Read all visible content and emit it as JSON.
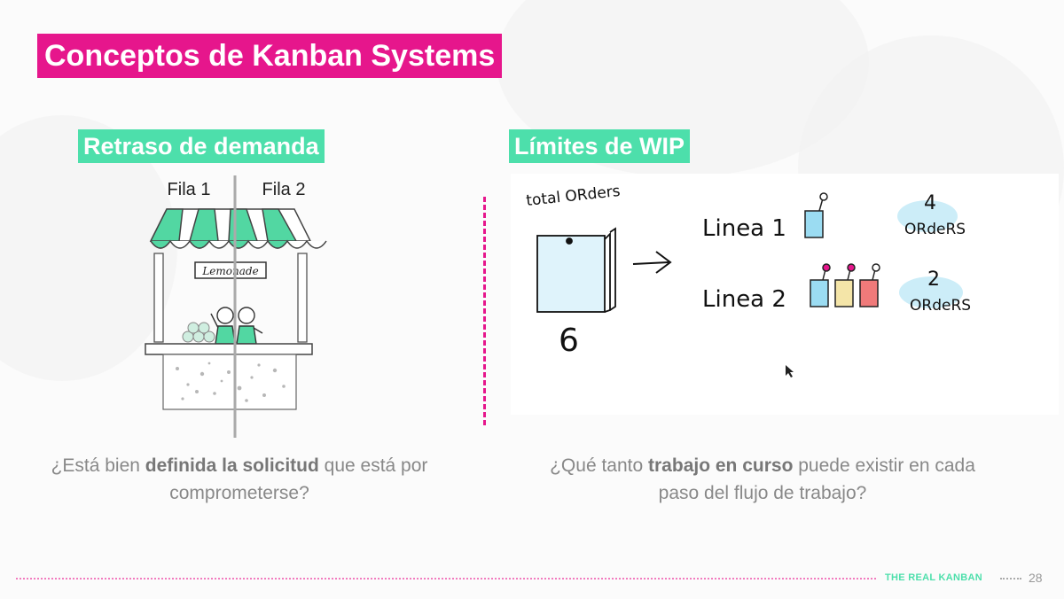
{
  "slide": {
    "title": "Conceptos de Kanban Systems",
    "left": {
      "heading": "Retraso de demanda",
      "queue_1": "Fila 1",
      "queue_2": "Fila 2",
      "stand_sign": "Lemonade",
      "question": {
        "pre": "¿Está bien ",
        "bold": "definida la solicitud",
        "post": " que está por comprometerse?"
      }
    },
    "right": {
      "heading": "Límites de WIP",
      "total_label": "total ORders",
      "total_count": "6",
      "line_1": "Linea 1",
      "line_2": "Linea 2",
      "line_1_count": "4",
      "line_1_unit": "ORdeRS",
      "line_2_count": "2",
      "line_2_unit": "ORdeRS",
      "question": {
        "pre": "¿Qué tanto ",
        "bold": "trabajo en curso",
        "post": " puede existir en cada paso del flujo de trabajo?"
      }
    }
  },
  "footer": {
    "brand": "THE REAL KANBAN",
    "page": "28"
  },
  "colors": {
    "accent_pink": "#e6168c",
    "accent_green": "#4ddfab"
  }
}
